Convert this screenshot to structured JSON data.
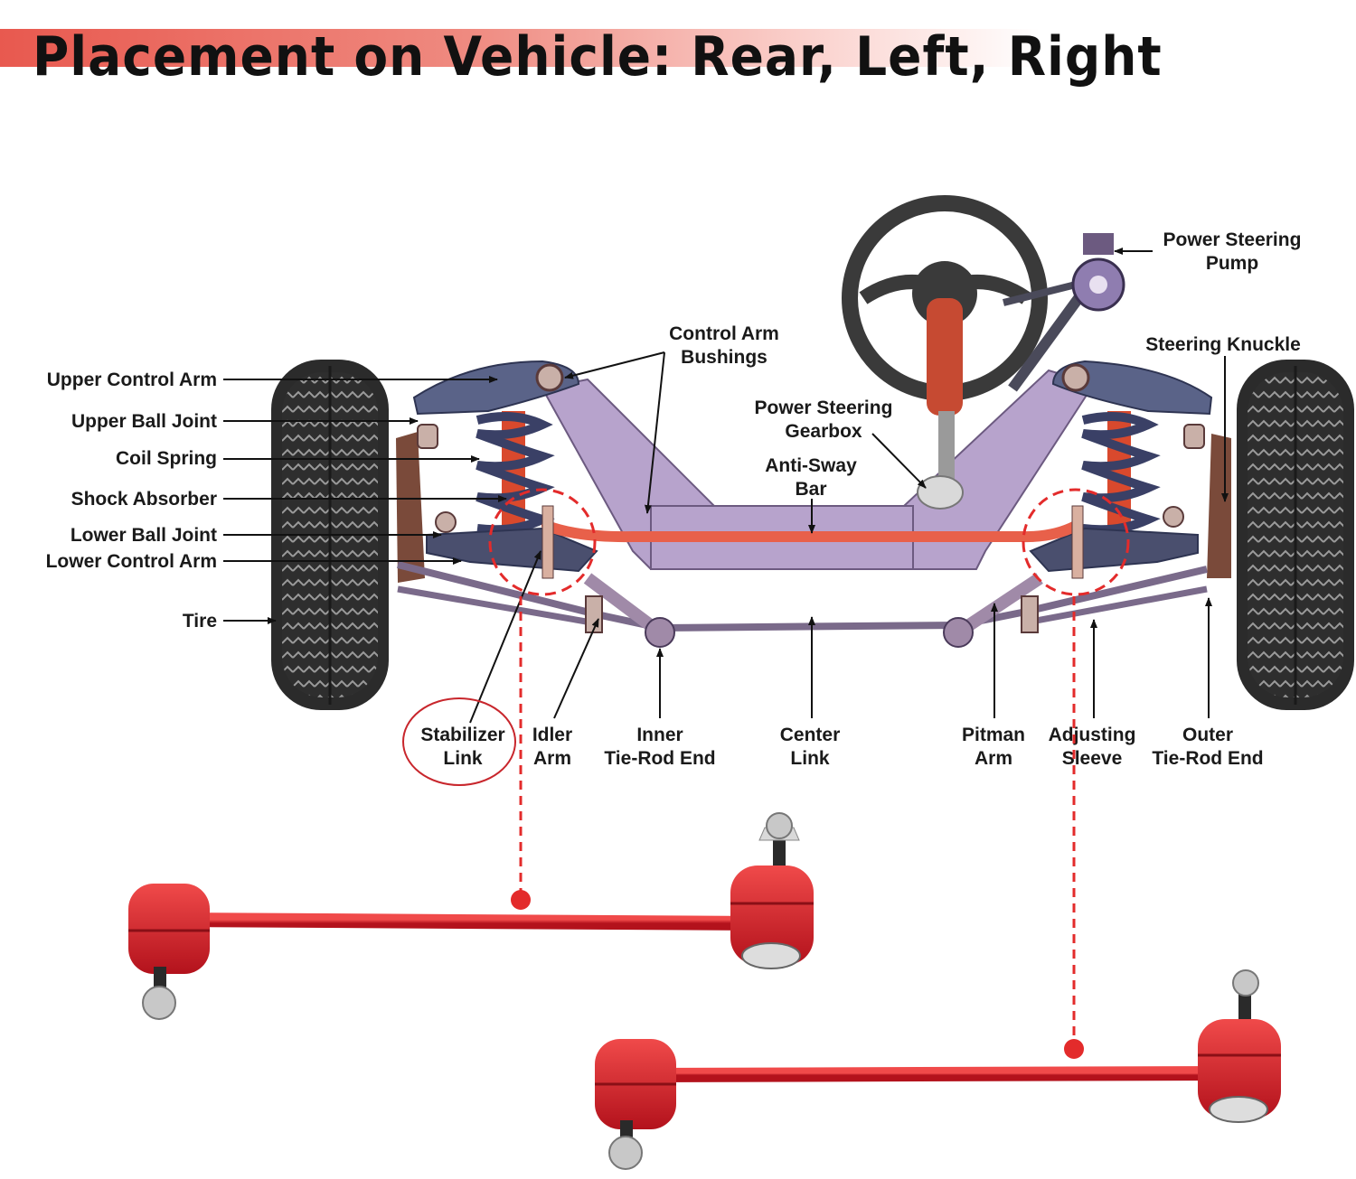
{
  "title": "Placement on Vehicle: Rear, Left, Right",
  "colors": {
    "accent": "#e32b2b",
    "frame": "#b7a3cc",
    "control_arm": "#5a6388",
    "link_red": "#d91f2b",
    "tire": "#2b2b2b"
  },
  "labels": {
    "upper_control_arm": "Upper Control Arm",
    "upper_ball_joint": "Upper Ball Joint",
    "coil_spring": "Coil Spring",
    "shock_absorber": "Shock Absorber",
    "lower_ball_joint": "Lower Ball Joint",
    "lower_control_arm": "Lower Control Arm",
    "tire": "Tire",
    "control_arm_bushings": [
      "Control Arm",
      "Bushings"
    ],
    "power_steering_gearbox": [
      "Power Steering",
      "Gearbox"
    ],
    "anti_sway_bar": [
      "Anti-Sway",
      "Bar"
    ],
    "power_steering_pump": [
      "Power Steering",
      "Pump"
    ],
    "steering_knuckle": "Steering Knuckle",
    "stabilizer_link": [
      "Stabilizer",
      "Link"
    ],
    "idler_arm": [
      "Idler",
      "Arm"
    ],
    "inner_tie_rod_end": [
      "Inner",
      "Tie-Rod End"
    ],
    "center_link": [
      "Center",
      "Link"
    ],
    "pitman_arm": [
      "Pitman",
      "Arm"
    ],
    "adjusting_sleeve": [
      "Adjusting",
      "Sleeve"
    ],
    "outer_tie_rod_end": [
      "Outer",
      "Tie-Rod End"
    ]
  }
}
